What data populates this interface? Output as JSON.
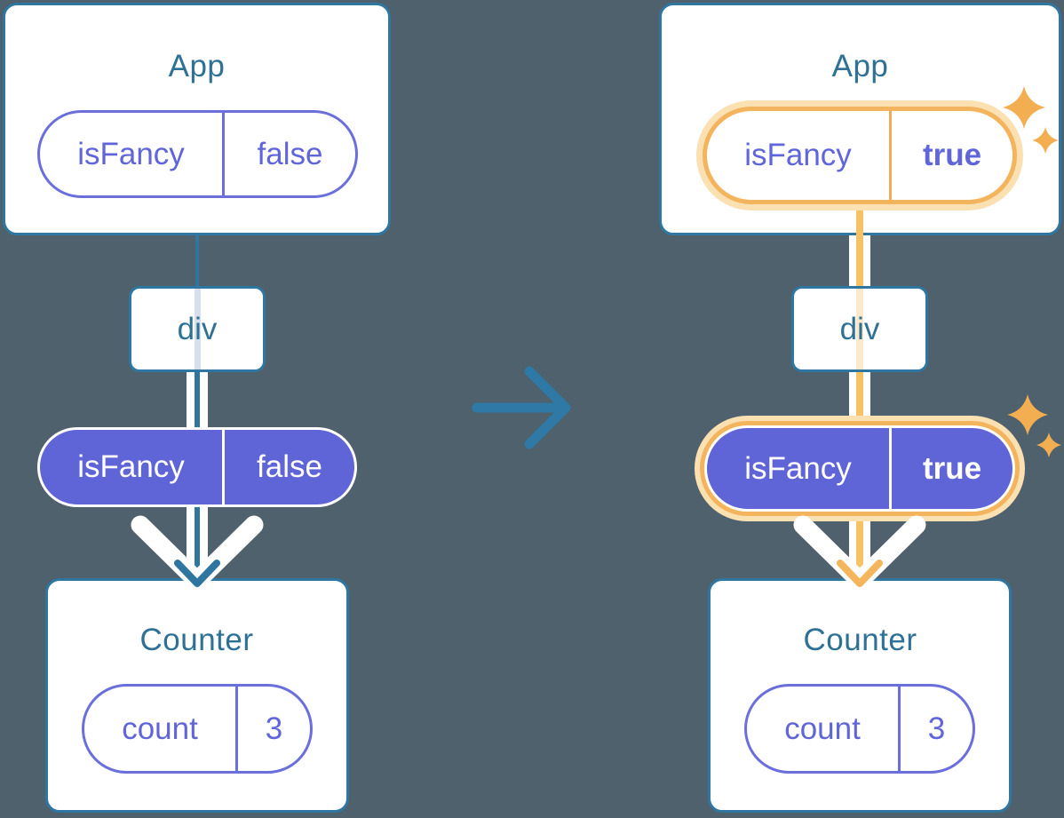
{
  "colors": {
    "background": "#4E616C",
    "teal_accent": "#2E76A0",
    "title_text": "#2E7195",
    "purple_fill": "#5F64D7",
    "purple_outline": "#6A6FDC",
    "orange_ring": "#F3B45D",
    "orange_line": "#F7C166",
    "orange_glow": "#FBE0B2",
    "sparkle": "#F4AE52",
    "white": "#FFFFFF"
  },
  "panels": {
    "before": {
      "app": {
        "title": "App",
        "prop_name": "isFancy",
        "prop_value": "false"
      },
      "div": {
        "label": "div"
      },
      "state": {
        "prop_name": "isFancy",
        "prop_value": "false"
      },
      "counter": {
        "title": "Counter",
        "state_name": "count",
        "state_value": "3"
      }
    },
    "after": {
      "app": {
        "title": "App",
        "prop_name": "isFancy",
        "prop_value": "true"
      },
      "div": {
        "label": "div"
      },
      "state": {
        "prop_name": "isFancy",
        "prop_value": "true"
      },
      "counter": {
        "title": "Counter",
        "state_name": "count",
        "state_value": "3"
      }
    }
  }
}
